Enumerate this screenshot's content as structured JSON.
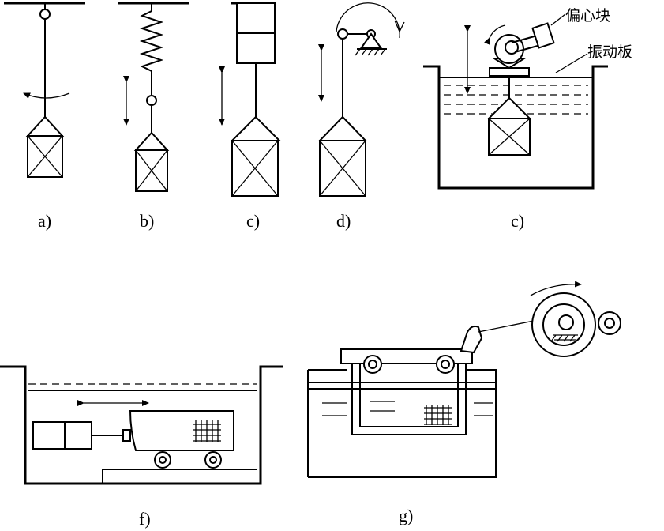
{
  "labels": {
    "a": "a)",
    "b": "b)",
    "c1": "c)",
    "d": "d)",
    "e": "c)",
    "f": "f)",
    "g": "g)"
  },
  "annotations": {
    "eccentric_block": "偏心块",
    "vibration_plate": "振动板"
  }
}
